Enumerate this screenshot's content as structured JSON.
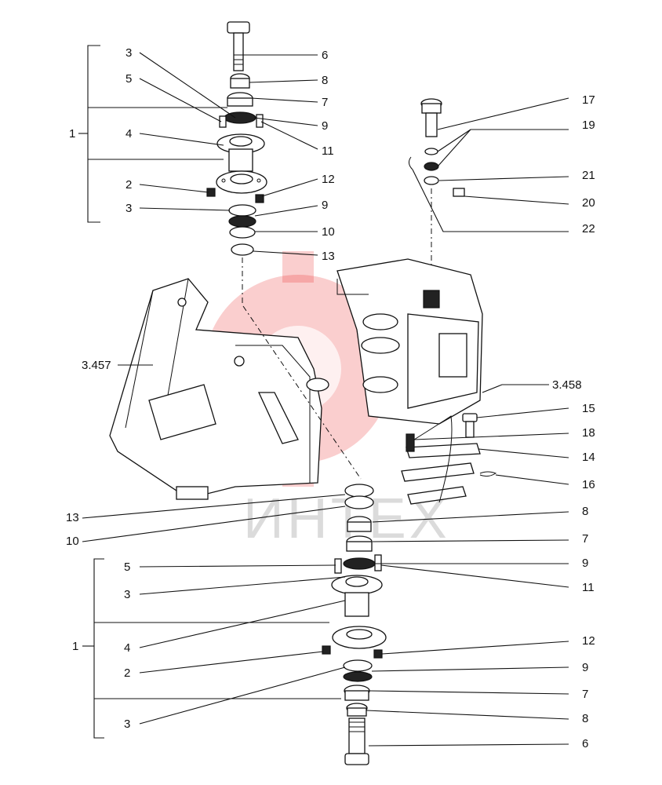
{
  "labels": {
    "top_left": {
      "group": "1",
      "n3a": "3",
      "n5": "5",
      "n4": "4",
      "n2": "2",
      "n3b": "3"
    },
    "top_right": {
      "n6": "6",
      "n8": "8",
      "n7": "7",
      "n9a": "9",
      "n11": "11",
      "n12": "12",
      "n9b": "9",
      "n10": "10",
      "n13": "13"
    },
    "right_group": {
      "n17": "17",
      "n19": "19",
      "n21": "21",
      "n20": "20",
      "n22": "22"
    },
    "frames": {
      "left": "3.457",
      "right": "3.458"
    },
    "lower_right": {
      "n15": "15",
      "n18": "18",
      "n14": "14",
      "n16": "16",
      "n8": "8",
      "n7": "7",
      "n9": "9",
      "n11": "11",
      "n12": "12",
      "n9b": "9",
      "n7b": "7",
      "n8b": "8",
      "n6": "6"
    },
    "lower_left": {
      "n13": "13",
      "n10": "10",
      "group": "1",
      "n5": "5",
      "n3a": "3",
      "n4": "4",
      "n2": "2",
      "n3b": "3"
    }
  },
  "watermark": {
    "text": "ИНТЕХ",
    "color": "#e62020"
  }
}
